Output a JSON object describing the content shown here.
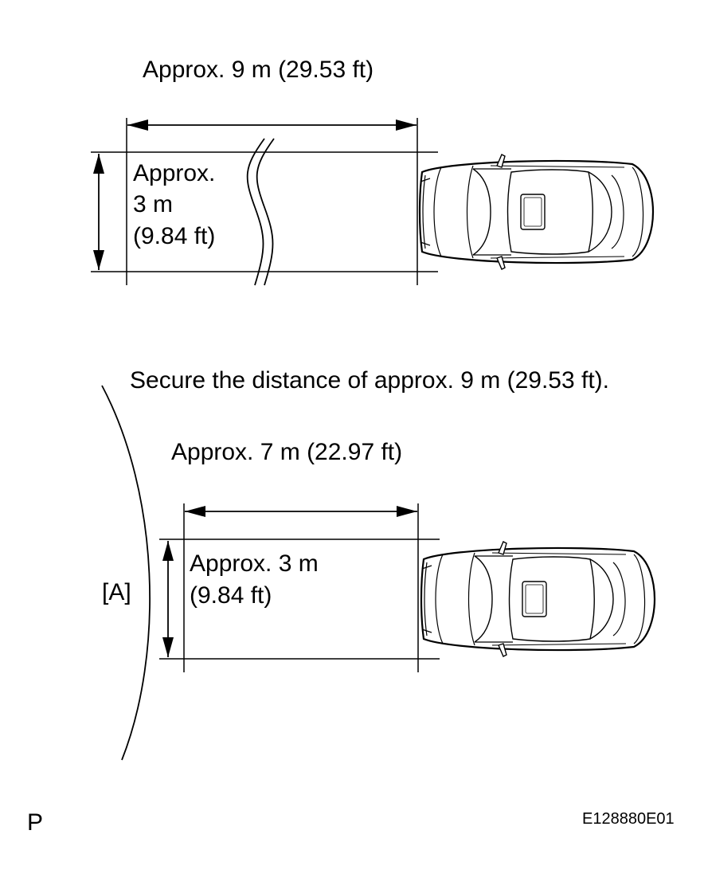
{
  "top_diagram": {
    "length_label": "Approx. 9 m (29.53 ft)",
    "width_label_line1": "Approx.",
    "width_label_line2": "3 m",
    "width_label_line3": "(9.84 ft)"
  },
  "instruction": "Secure the distance of approx. 9 m (29.53 ft).",
  "bottom_diagram": {
    "length_label": "Approx. 7 m (22.97 ft)",
    "width_label_line1": "Approx. 3 m",
    "width_label_line2": "(9.84 ft)",
    "area_marker": "[A]"
  },
  "footer": {
    "page_marker": "P",
    "figure_code": "E128880E01"
  }
}
